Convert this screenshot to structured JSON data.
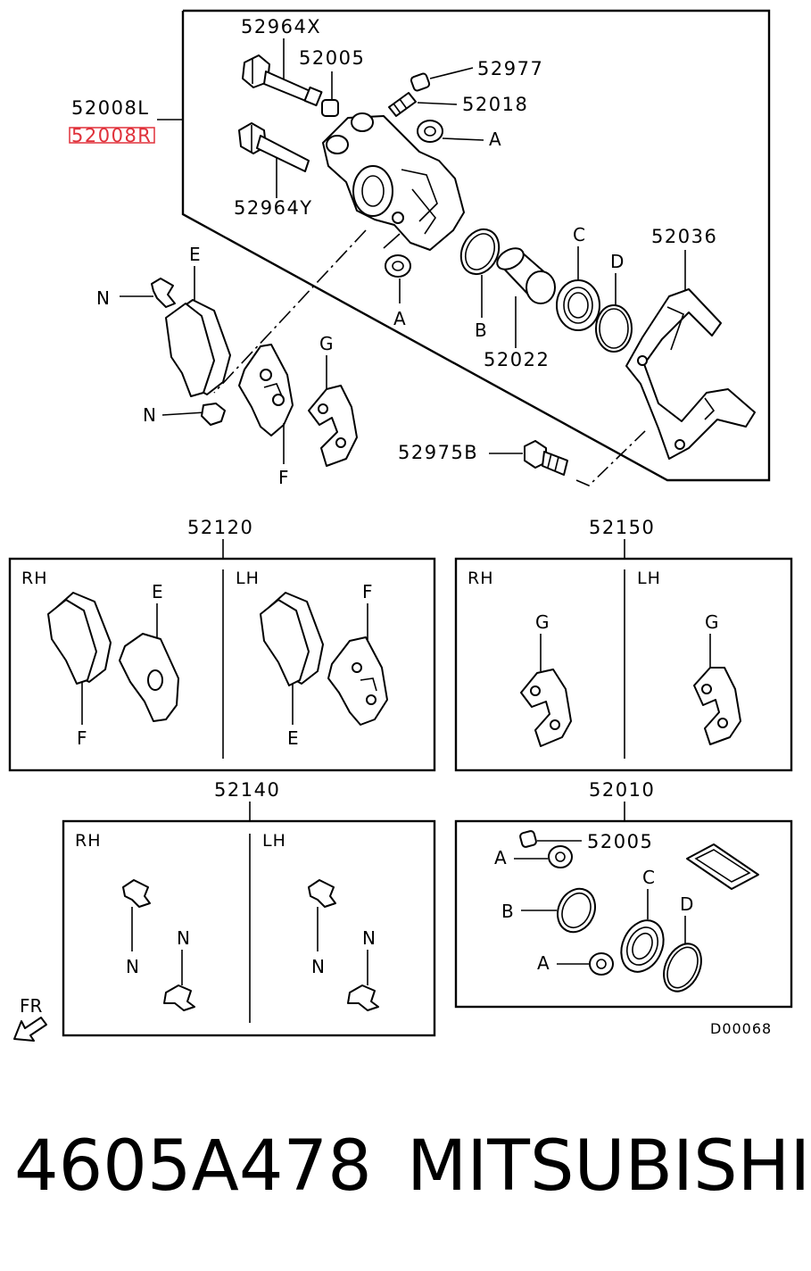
{
  "labels": {
    "caliper_assy_lh": "52008L",
    "caliper_assy_rh": "52008R",
    "guide_pin_upper": "52964X",
    "guide_pin_lower": "52964Y",
    "pin_boot": "52005",
    "bleeder_cap": "52977",
    "bleeder_screw": "52018",
    "support_bracket": "52036",
    "piston": "52022",
    "bracket_bolt": "52975B",
    "letter_a": "A",
    "letter_b": "B",
    "letter_c": "C",
    "letter_d": "D",
    "letter_e": "E",
    "letter_f": "F",
    "letter_g": "G",
    "letter_n": "N"
  },
  "sets": {
    "pad_set": {
      "number": "52120",
      "rh": "RH",
      "lh": "LH"
    },
    "shim_set": {
      "number": "52150",
      "rh": "RH",
      "lh": "LH"
    },
    "clip_set": {
      "number": "52140",
      "rh": "RH",
      "lh": "LH"
    },
    "seal_kit": {
      "number": "52010",
      "boot_label": "52005"
    }
  },
  "direction": "FR",
  "diagram_code": "D00068",
  "footer": {
    "part_number": "4605A478",
    "brand": "MITSUBISHI"
  },
  "highlight_color": "#e0313a"
}
